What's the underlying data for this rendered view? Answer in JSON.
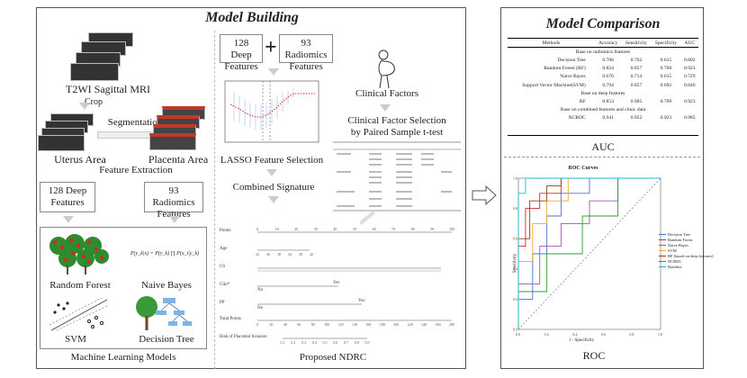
{
  "left_panel": {
    "title": "Model Building",
    "mri_label": "T2WI Sagittal MRI",
    "crop_label": "Crop",
    "segmentation_label": "Segmentation",
    "uterus_label": "Uterus Area",
    "placenta_label": "Placenta Area",
    "feature_extraction_label": "Feature Extraction",
    "deep_features_box": "128 Deep Features",
    "radiomics_features_box": "93 Radiomics Features",
    "ml_models": {
      "random_forest": "Random Forest",
      "naive_bayes": "Naive Bayes",
      "svm": "SVM",
      "decision_tree": "Decision Tree",
      "bayes_formula": "P(y_k|x) = P(y_k) ∏ P(x_i|y_k)"
    },
    "ml_caption": "Machine Learning Models"
  },
  "middle": {
    "deep_box": "128 Deep Features",
    "plus": "+",
    "radiomics_box": "93 Radiomics Features",
    "lasso_label": "LASSO Feature Selection",
    "clinical_label": "Clinical Factors",
    "clinical_selection_line1": "Clinical Factor Selection",
    "clinical_selection_line2": "by Paired Sample t-test",
    "combined_label": "Combined Signature",
    "nomogram_caption": "Proposed NDRC",
    "nomogram_rows": [
      "Points",
      "Age",
      "CS",
      "Clin*",
      "PP",
      "Total Points",
      "Risk of Placental Invasion"
    ],
    "points_ticks": [
      "0",
      "10",
      "20",
      "30",
      "40",
      "50",
      "60",
      "70",
      "80",
      "90",
      "100"
    ],
    "age_ticks": [
      "22",
      "26",
      "30",
      "34",
      "38",
      "42"
    ],
    "total_ticks": [
      "0",
      "20",
      "40",
      "60",
      "80",
      "100",
      "120",
      "140",
      "160",
      "180",
      "200",
      "220",
      "240",
      "260",
      "280"
    ],
    "risk_ticks": [
      "0.1",
      "0.2",
      "0.3",
      "0.4",
      "0.5",
      "0.6",
      "0.7",
      "0.8",
      "0.9"
    ],
    "clin_yes": "Yes",
    "clin_no": "No",
    "pp_yes": "Yes",
    "pp_no": "No"
  },
  "right_panel": {
    "title": "Model Comparison",
    "table": {
      "headers": [
        "Methods",
        "Accuracy",
        "Sensitivity",
        "Specificity",
        "AUC"
      ],
      "sections": [
        {
          "label": "Base on radiomics features",
          "rows": [
            [
              "Decision Tree",
              "0.706",
              "0.762",
              "0.615",
              "0.802"
            ],
            [
              "Random Forest (RF)",
              "0.824",
              "0.857",
              "0.769",
              "0.923"
            ],
            [
              "Naive Bayes",
              "0.676",
              "0.714",
              "0.615",
              "0.729"
            ],
            [
              "Support Vector Machine(SVM)",
              "0.794",
              "0.857",
              "0.692",
              "0.846"
            ]
          ]
        },
        {
          "label": "Base on deep features",
          "rows": [
            [
              "RF",
              "0.853",
              "0.905",
              "0.769",
              "0.923"
            ]
          ]
        },
        {
          "label": "Base on combined features and clinic data",
          "rows": [
            [
              "NCRDC",
              "0.941",
              "0.952",
              "0.923",
              "0.985"
            ]
          ]
        }
      ]
    },
    "auc_caption": "AUC",
    "roc_title": "ROC Curves",
    "roc_xlabel": "1 - Specificity",
    "roc_ylabel": "Sensitivity",
    "roc_caption": "ROC",
    "roc_yticks": [
      "1.0",
      "0.8",
      "0.6",
      "0.4",
      "0.2",
      "0.0"
    ],
    "roc_xticks": [
      "0.0",
      "0.2",
      "0.4",
      "0.6",
      "0.8",
      "1.0"
    ],
    "legend": [
      {
        "name": "Decision Tree",
        "color": "#4a6fd8"
      },
      {
        "name": "Random Forest",
        "color": "#d62728"
      },
      {
        "name": "Naive Bayes",
        "color": "#9b59b6"
      },
      {
        "name": "SVM",
        "color": "#f5a623"
      },
      {
        "name": "RF (based on deep features)",
        "color": "#8b4513"
      },
      {
        "name": "NCRDC",
        "color": "#2ca02c"
      },
      {
        "name": "Baseline",
        "color": "#17becf"
      }
    ]
  },
  "arrow_label": ""
}
